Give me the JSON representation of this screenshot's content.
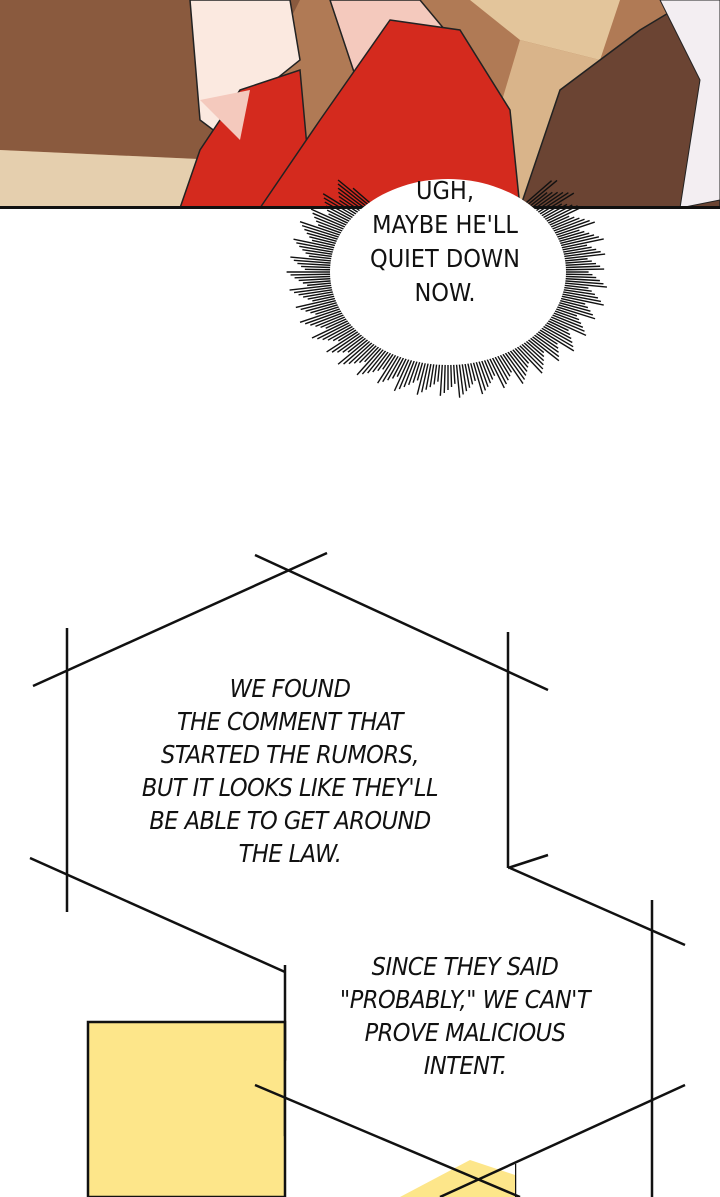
{
  "panel_top": {
    "speech_bubble": {
      "lines": [
        "UGH,",
        "MAYBE HE'LL",
        "QUIET DOWN",
        "NOW."
      ]
    }
  },
  "narration_1": {
    "lines": [
      "WE FOUND",
      "THE COMMENT THAT",
      "STARTED THE RUMORS,",
      "BUT IT LOOKS LIKE THEY'LL",
      "BE ABLE TO GET AROUND",
      "THE LAW."
    ]
  },
  "narration_2": {
    "lines": [
      "SINCE THEY SAID",
      "\"PROBABLY,\" WE CAN'T",
      "PROVE MALICIOUS",
      "INTENT."
    ]
  },
  "colors": {
    "red_outfit": "#d42a1e",
    "hair": "#f4c9bd",
    "background_warm": "#c99a72",
    "yellow_panel": "#fde68a"
  }
}
